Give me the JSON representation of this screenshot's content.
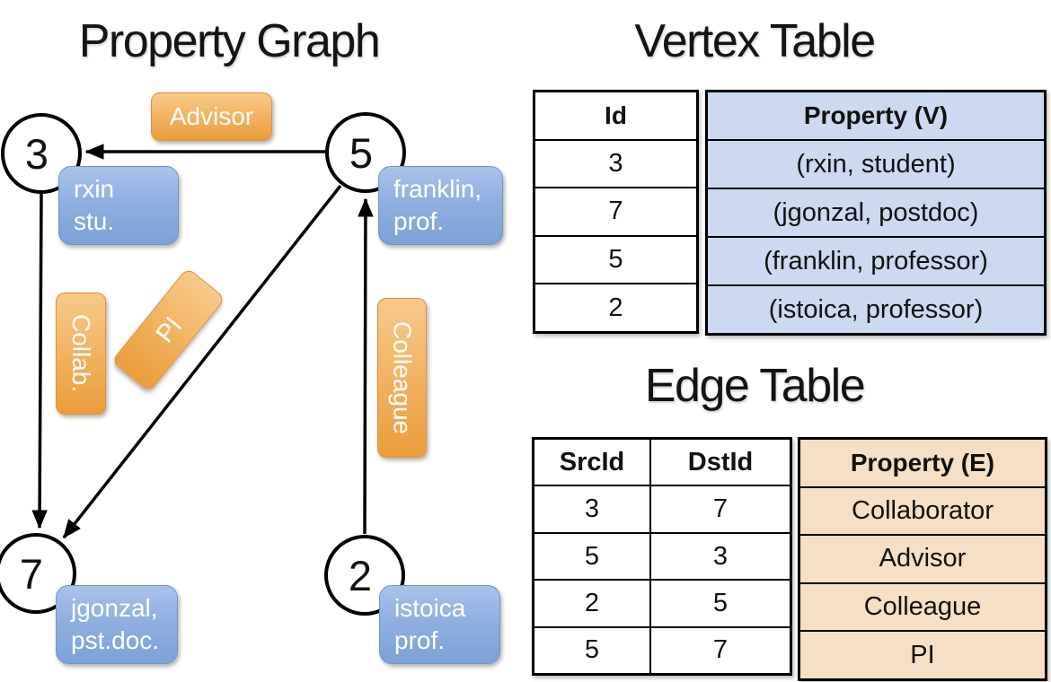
{
  "titles": {
    "graph": "Property Graph",
    "vertex": "Vertex Table",
    "edge": "Edge Table"
  },
  "graph": {
    "nodes": [
      {
        "id": "3",
        "line1": "rxin",
        "line2": "stu."
      },
      {
        "id": "5",
        "line1": "franklin,",
        "line2": "prof."
      },
      {
        "id": "7",
        "line1": "jgonzal,",
        "line2": "pst.doc."
      },
      {
        "id": "2",
        "line1": "istoica",
        "line2": "prof."
      }
    ],
    "edge_labels": {
      "advisor": "Advisor",
      "collab": "Collab.",
      "pi": "PI",
      "colleague": "Colleague"
    }
  },
  "vertex_table": {
    "headers": {
      "id": "Id",
      "property": "Property (V)"
    },
    "rows": [
      {
        "id": "3",
        "property": "(rxin, student)"
      },
      {
        "id": "7",
        "property": "(jgonzal, postdoc)"
      },
      {
        "id": "5",
        "property": "(franklin, professor)"
      },
      {
        "id": "2",
        "property": "(istoica, professor)"
      }
    ]
  },
  "edge_table": {
    "headers": {
      "src": "SrcId",
      "dst": "DstId",
      "property": "Property (E)"
    },
    "rows": [
      {
        "src": "3",
        "dst": "7",
        "property": "Collaborator"
      },
      {
        "src": "5",
        "dst": "3",
        "property": "Advisor"
      },
      {
        "src": "2",
        "dst": "5",
        "property": "Colleague"
      },
      {
        "src": "5",
        "dst": "7",
        "property": "PI"
      }
    ]
  },
  "colors": {
    "vertex_property_fill": "#ccd9f0",
    "edge_property_fill": "#f6dfc4",
    "node_box_blue": "#8fb0e0",
    "edge_label_orange": "#eea553",
    "line_black": "#000000",
    "text_white": "#ffffff"
  }
}
